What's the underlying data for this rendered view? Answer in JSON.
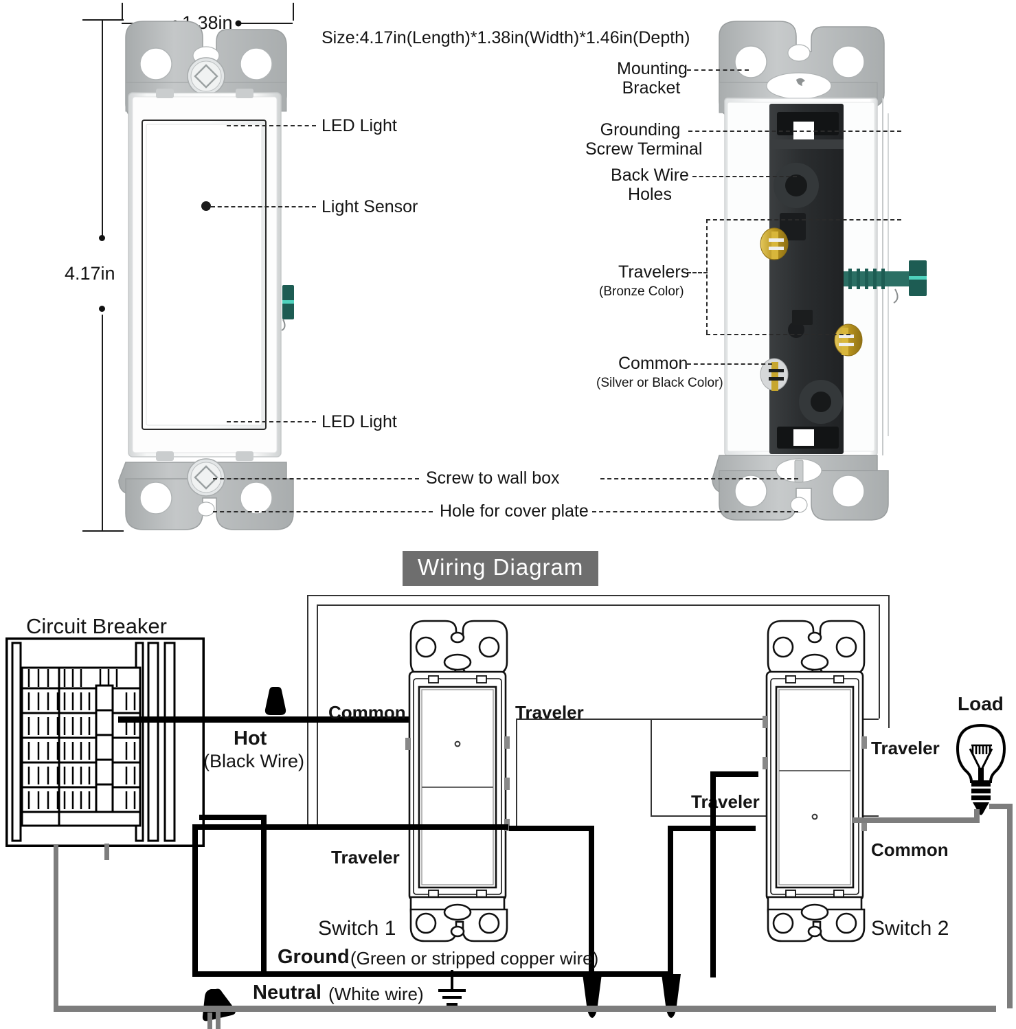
{
  "size_note": "Size:4.17in(Length)*1.38in(Width)*1.46in(Depth)",
  "dimensions": {
    "width_label": "1.38in",
    "length_label": "4.17in"
  },
  "front_view_labels": {
    "led_top": "LED Light",
    "light_sensor": "Light Sensor",
    "led_bottom": "LED Light"
  },
  "side_view_labels": {
    "mounting_bracket_l1": "Mounting",
    "mounting_bracket_l2": "Bracket",
    "grounding_l1": "Grounding",
    "grounding_l2": "Screw Terminal",
    "back_wire_l1": "Back Wire",
    "back_wire_l2": "Holes",
    "travelers": "Travelers",
    "travelers_sub": "(Bronze Color)",
    "common": "Common",
    "common_sub": "(Silver or Black Color)"
  },
  "shared_labels": {
    "screw_to_wall_box": "Screw to wall box",
    "hole_for_cover_plate": "Hole for cover plate"
  },
  "wiring": {
    "banner": "Wiring Diagram",
    "circuit_breaker": "Circuit Breaker",
    "hot": "Hot",
    "hot_sub": "(Black Wire)",
    "common_left": "Common",
    "traveler_top_left": "Traveler",
    "traveler_bottom_left": "Traveler",
    "traveler_mid_right": "Traveler",
    "traveler_top_right": "Traveler",
    "common_right": "Common",
    "load": "Load",
    "switch1": "Switch 1",
    "switch2": "Switch  2",
    "ground": "Ground",
    "ground_sub": "(Green or stripped copper wire)",
    "neutral": "Neutral",
    "neutral_sub": "(White wire)"
  },
  "colors": {
    "wire_black": "#000000",
    "wire_gray": "#7d7d7d",
    "banner_bg": "#6e6e6e",
    "metal_gray": "#b9bcbd",
    "body_dark": "#2e3133",
    "brass": "#c9a227",
    "silver": "#d9dadb",
    "green_screw": "#1d5c53"
  }
}
